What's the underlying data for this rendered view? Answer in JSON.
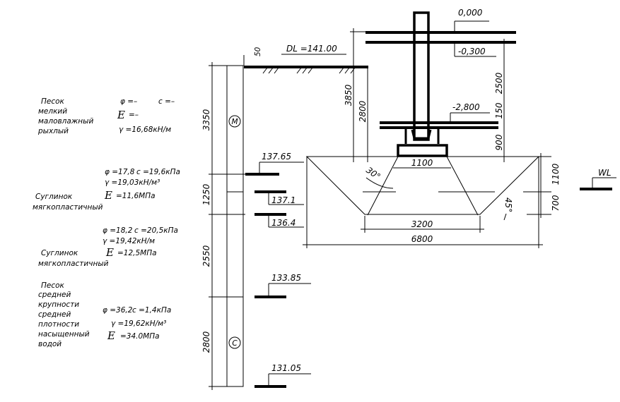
{
  "soil_layers": [
    {
      "name_lines": [
        "Песок",
        "мелкий",
        "маловлажный",
        "рыхлый"
      ],
      "phi": "φ =–",
      "c": "c =–",
      "E": "=–",
      "gamma": "γ =16,68кН/м",
      "thickness": "3350",
      "marker": "М"
    },
    {
      "name_lines": [
        "Суглинок",
        "мягкопластичный"
      ],
      "phi": "φ =17,8",
      "c": "c =19,6кПа",
      "E": "=11,6МПа",
      "gamma": "γ =19,03кН/м³",
      "thickness": "1250"
    },
    {
      "name_lines": [
        "Суглинок",
        "мягкопластичный"
      ],
      "phi": "φ =18,2",
      "c": "c =20,5кПа",
      "E": "=12,5МПа",
      "gamma": "γ =19,42кН/м",
      "thickness": "2550"
    },
    {
      "name_lines": [
        "Песок",
        "средней",
        "крупности",
        "средней",
        "плотности",
        "насыщенный",
        "водой"
      ],
      "phi": "φ =36,2",
      "c": "c =1,4кПа",
      "E": "=34.0МПа",
      "gamma": "γ =19,62кН/м³",
      "thickness": "2800",
      "marker": "С"
    }
  ],
  "E_symbol": "E",
  "elevations": [
    "137.65",
    "137.1",
    "136.4",
    "133.85",
    "131.05"
  ],
  "ground": {
    "dl": "DL =141.00",
    "offset": "50"
  },
  "levels": [
    "0,000",
    "-0,300",
    "-2,800"
  ],
  "dimensions": {
    "d3850": "3850",
    "d2800": "2800",
    "d2500": "2500",
    "d150": "150",
    "d900": "900",
    "d1100_right": "1100",
    "d700": "700",
    "d1100_footing": "1100",
    "d3200": "3200",
    "d6800": "6800",
    "angle30": "30°",
    "angle45": "45°"
  },
  "water_level": "WL"
}
